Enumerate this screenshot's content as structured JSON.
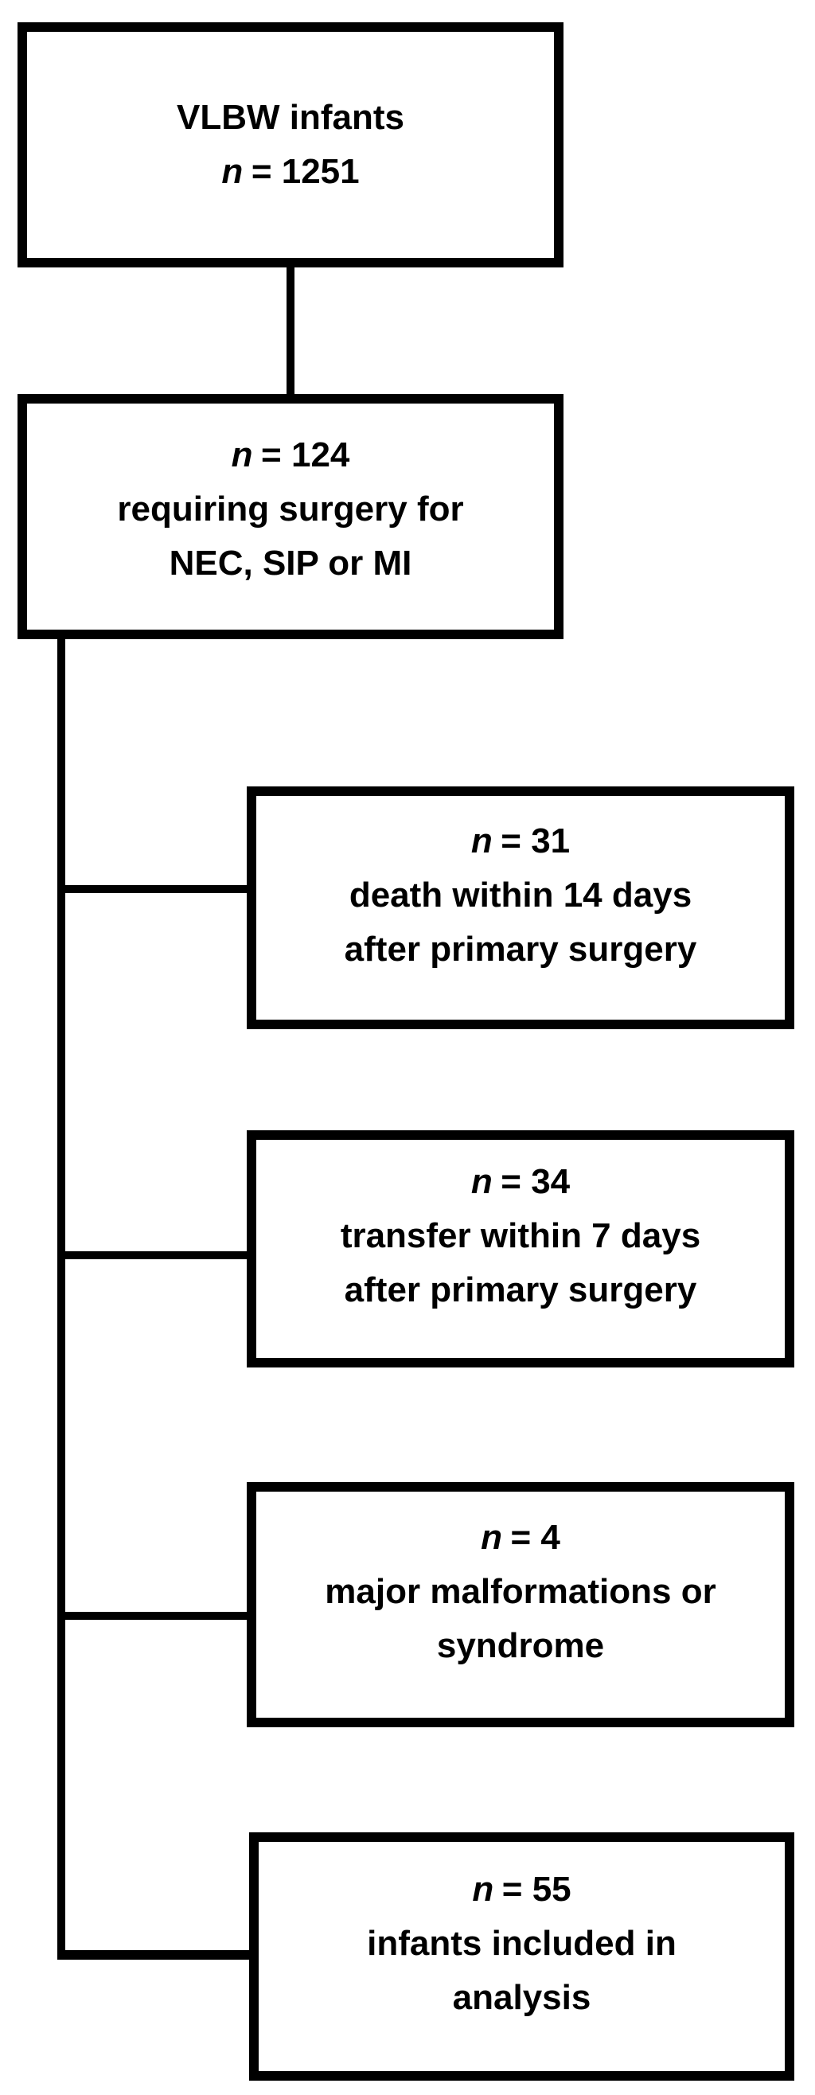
{
  "diagram": {
    "type": "patient-flow-diagram",
    "background_color": "#ffffff",
    "line_color": "#000000",
    "text_color": "#000000",
    "boxes": [
      {
        "name": "vlbw-infants",
        "title_line": "VLBW infants",
        "n_label": "n",
        "n_value": "= 1251"
      },
      {
        "name": "requiring-surgery",
        "n_label": "n",
        "n_value": "= 124",
        "detail_1": "requiring surgery for",
        "detail_2": "NEC, SIP or MI"
      },
      {
        "name": "death-within-14-days",
        "n_label": "n",
        "n_value": "= 31",
        "detail_1": "death within 14 days",
        "detail_2": "after primary surgery"
      },
      {
        "name": "transfer-within-7-days",
        "n_label": "n",
        "n_value": "= 34",
        "detail_1": "transfer within 7 days",
        "detail_2": "after primary surgery"
      },
      {
        "name": "major-malformations-or-syndrome",
        "n_label": "n",
        "n_value": "= 4",
        "detail_1": "major malformations or",
        "detail_2": "syndrome"
      },
      {
        "name": "infants-included-in-analysis",
        "n_label": "n",
        "n_value": "= 55",
        "detail_1": "infants included in",
        "detail_2": "analysis"
      }
    ]
  }
}
